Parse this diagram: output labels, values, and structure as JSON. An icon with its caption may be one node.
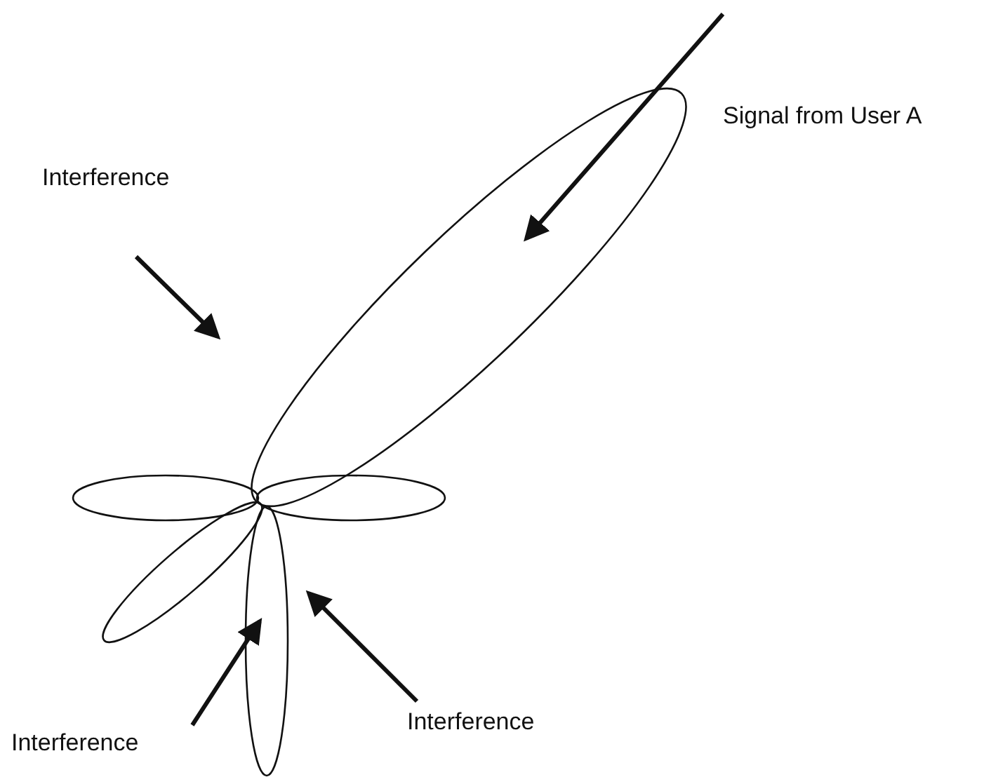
{
  "diagram": {
    "labels": [
      "Signal from User A",
      "Interference",
      "Interference",
      "Interference"
    ]
  }
}
